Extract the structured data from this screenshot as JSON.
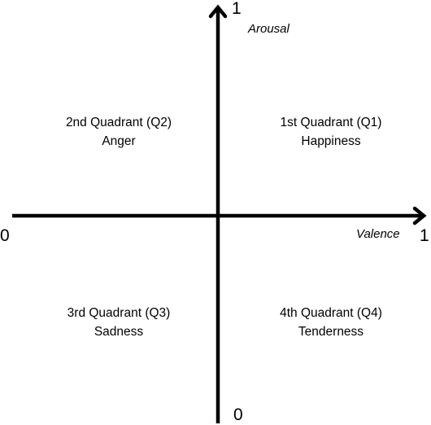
{
  "axes": {
    "x": {
      "label": "Valence",
      "min_label": "0",
      "max_label": "1"
    },
    "y": {
      "label": "Arousal",
      "min_label": "0",
      "max_label": "1"
    }
  },
  "quadrants": {
    "q1": {
      "title": "1st Quadrant (Q1)",
      "emotion": "Happiness"
    },
    "q2": {
      "title": "2nd Quadrant (Q2)",
      "emotion": "Anger"
    },
    "q3": {
      "title": "3rd Quadrant (Q3)",
      "emotion": "Sadness"
    },
    "q4": {
      "title": "4th Quadrant (Q4)",
      "emotion": "Tenderness"
    }
  },
  "colors": {
    "axis": "#000000",
    "text": "#000000",
    "background": "#ffffff"
  }
}
